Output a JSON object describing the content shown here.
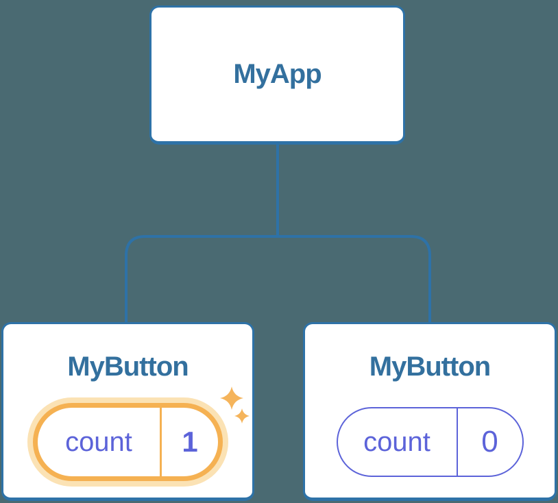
{
  "tree": {
    "root": {
      "label": "MyApp"
    },
    "children": [
      {
        "label": "MyButton",
        "state_key": "count",
        "state_value": "1",
        "highlighted": true
      },
      {
        "label": "MyButton",
        "state_key": "count",
        "state_value": "0",
        "highlighted": false
      }
    ]
  },
  "colors": {
    "background": "#4a6a72",
    "connector": "#2e72a7",
    "card_border": "#2e72a7",
    "card_background": "#ffffff",
    "title_text": "#33709e",
    "state_purple": "#5c63d9",
    "highlight_orange": "#f5b152",
    "highlight_glow": "#fbe2b4",
    "sparkle": "#f5b45b"
  }
}
